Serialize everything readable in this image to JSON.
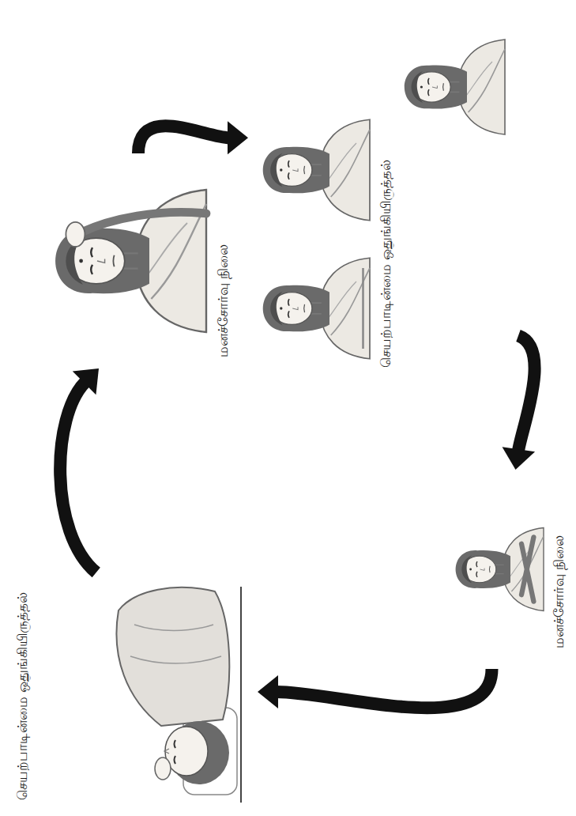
{
  "diagram": {
    "nodes": [
      {
        "text": [
          "மனச்சோர்வு நிலை"
        ]
      },
      {
        "text": [
          "செயற்பாடின்மை ஒதுங்கியிருத்தல்"
        ]
      },
      {
        "text": [
          "மனச்சோர்வு நிலை"
        ]
      },
      {
        "text": [
          "செயற்பாடின்மை ஒதுங்கியிருத்தல்"
        ]
      }
    ],
    "edges": [
      {
        "from": 0,
        "to": 1,
        "arrow": "to"
      },
      {
        "from": 1,
        "to": 2,
        "arrow": "to"
      },
      {
        "from": 2,
        "to": 3,
        "arrow": "to"
      },
      {
        "from": 3,
        "to": 0,
        "arrow": "to"
      }
    ]
  }
}
